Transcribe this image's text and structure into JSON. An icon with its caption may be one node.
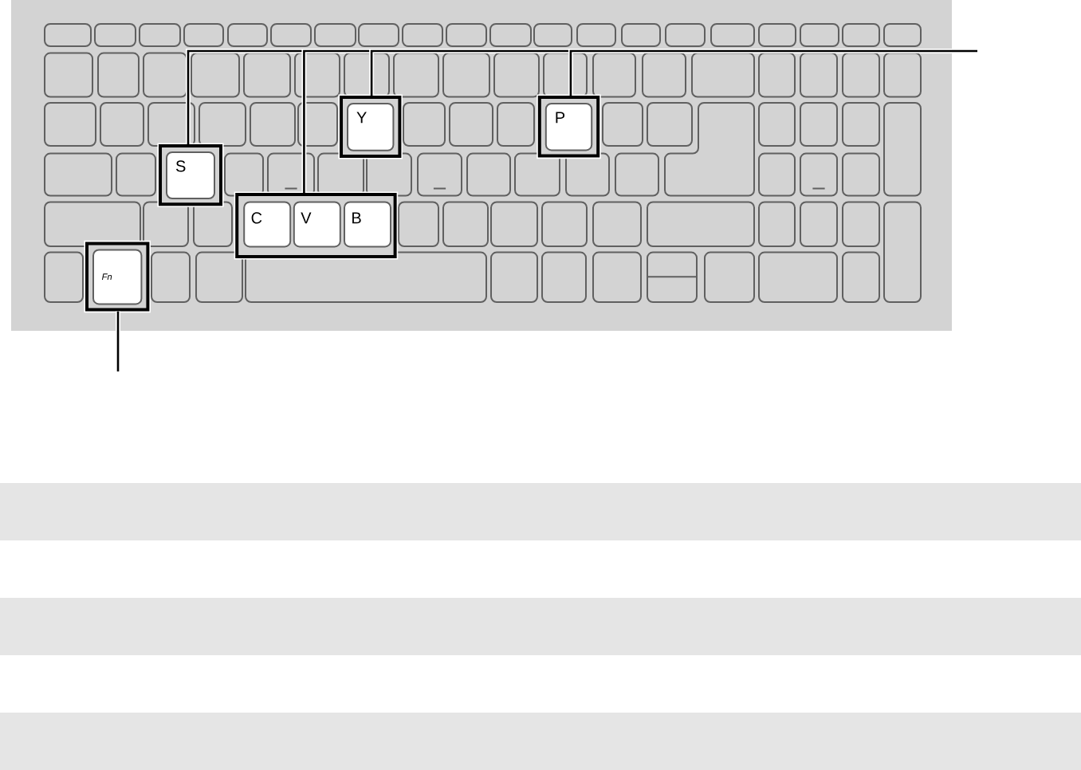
{
  "diagram": {
    "nodes": [
      {
        "text": [
          "Y"
        ]
      },
      {
        "text": [
          "P"
        ]
      },
      {
        "text": [
          "S"
        ]
      },
      {
        "text": [],
        "shape": "box"
      },
      {
        "text": [
          "C"
        ],
        "in": 3
      },
      {
        "text": [
          "V"
        ],
        "in": 3
      },
      {
        "text": [
          "B"
        ],
        "in": 3
      },
      {
        "text": [
          "Fn"
        ]
      }
    ],
    "edges": [
      {
        "from": null,
        "to": 2,
        "arrow": "none"
      },
      {
        "from": null,
        "to": 3,
        "arrow": "none"
      },
      {
        "from": null,
        "to": 0,
        "arrow": "none"
      },
      {
        "from": null,
        "to": 1,
        "arrow": "none"
      },
      {
        "from": null,
        "to": 7,
        "arrow": "none"
      }
    ]
  }
}
